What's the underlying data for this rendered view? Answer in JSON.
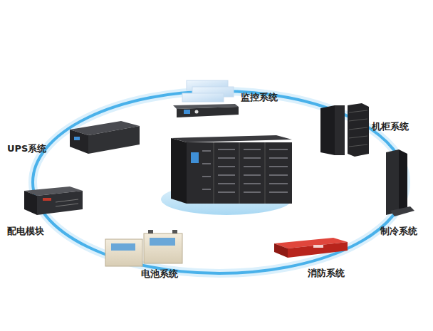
{
  "diagram": {
    "labels": [
      "监控系统",
      "UPS系统",
      "机柜系统",
      "配电模块",
      "制冷系统",
      "电池系统",
      "消防系统"
    ]
  }
}
